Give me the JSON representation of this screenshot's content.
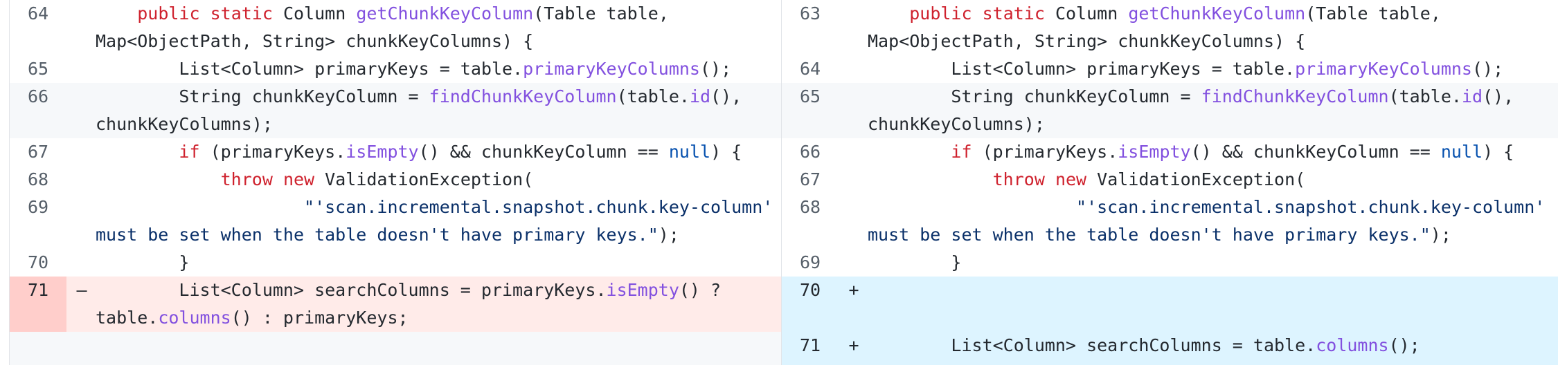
{
  "left": {
    "rows": [
      {
        "num": "64",
        "marker": "",
        "l1": "    public static Column getChunkKeyColumn(Table table,",
        "l2": "Map<ObjectPath, String> chunkKeyColumns) {"
      },
      {
        "num": "65",
        "marker": "",
        "l1": "        List<Column> primaryKeys = table.primaryKeyColumns();"
      },
      {
        "num": "66",
        "marker": "",
        "l1": "        String chunkKeyColumn = findChunkKeyColumn(table.id(),",
        "l2": "chunkKeyColumns);"
      },
      {
        "num": "67",
        "marker": "",
        "l1": "        if (primaryKeys.isEmpty() && chunkKeyColumn == null) {"
      },
      {
        "num": "68",
        "marker": "",
        "l1": "            throw new ValidationException("
      },
      {
        "num": "69",
        "marker": "",
        "l1": "                    \"'scan.incremental.snapshot.chunk.key-column'",
        "l2": "must be set when the table doesn't have primary keys.\");"
      },
      {
        "num": "70",
        "marker": "",
        "l1": "        }"
      },
      {
        "num": "71",
        "marker": "–",
        "l1": "        List<Column> searchColumns = primaryKeys.isEmpty() ?",
        "l2": "table.columns() : primaryKeys;"
      }
    ]
  },
  "right": {
    "rows": [
      {
        "num": "63",
        "marker": "",
        "l1": "    public static Column getChunkKeyColumn(Table table,",
        "l2": "Map<ObjectPath, String> chunkKeyColumns) {"
      },
      {
        "num": "64",
        "marker": "",
        "l1": "        List<Column> primaryKeys = table.primaryKeyColumns();"
      },
      {
        "num": "65",
        "marker": "",
        "l1": "        String chunkKeyColumn = findChunkKeyColumn(table.id(),",
        "l2": "chunkKeyColumns);"
      },
      {
        "num": "66",
        "marker": "",
        "l1": "        if (primaryKeys.isEmpty() && chunkKeyColumn == null) {"
      },
      {
        "num": "67",
        "marker": "",
        "l1": "            throw new ValidationException("
      },
      {
        "num": "68",
        "marker": "",
        "l1": "                    \"'scan.incremental.snapshot.chunk.key-column'",
        "l2": "must be set when the table doesn't have primary keys.\");"
      },
      {
        "num": "69",
        "marker": "",
        "l1": "        }"
      },
      {
        "num": "70",
        "marker": "+",
        "l1": ""
      },
      {
        "num": "71",
        "marker": "+",
        "l1": "        List<Column> searchColumns = table.columns();"
      }
    ]
  },
  "colors": {
    "deleted_bg": "#ffebe9",
    "deleted_num_bg": "#ffcecb",
    "added_bg": "#ddf4ff",
    "keyword": "#cf222e",
    "function": "#8250df",
    "string": "#0a3069"
  }
}
